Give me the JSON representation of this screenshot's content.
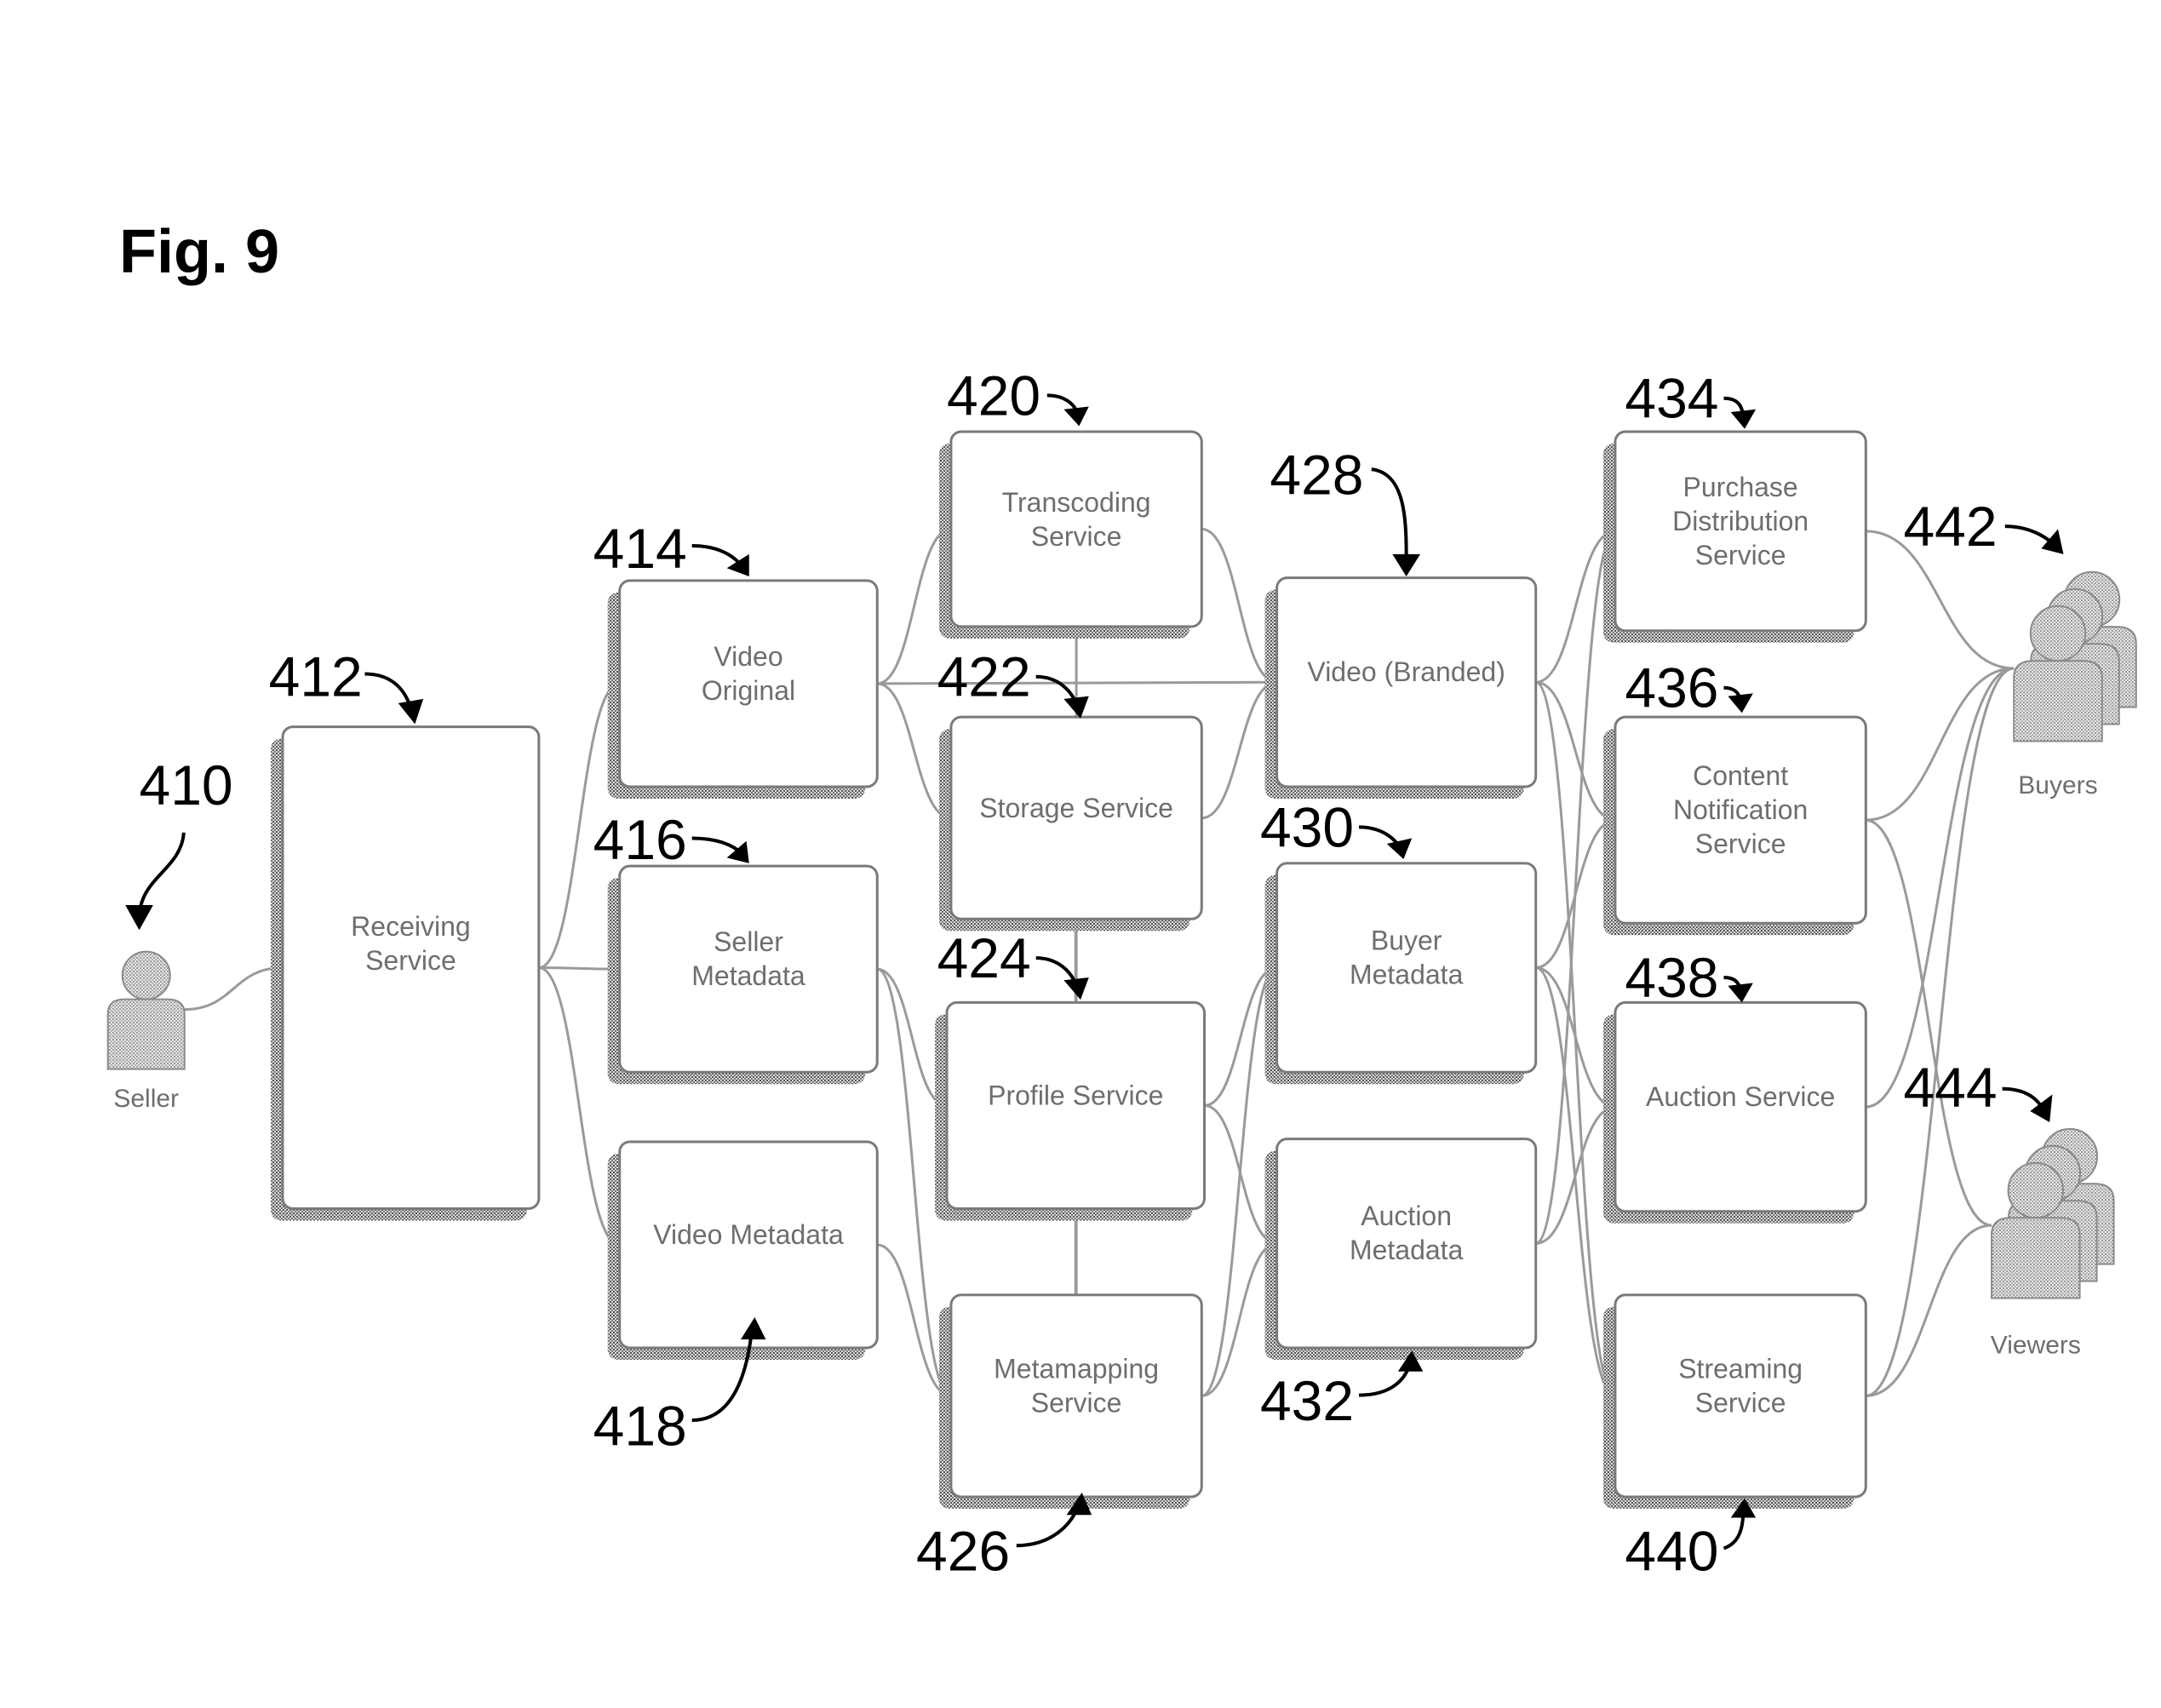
{
  "figure_title": "Fig. 9",
  "nodes": [
    {
      "id": "receiving",
      "ref": "412",
      "lines": [
        "Receiving",
        "Service"
      ]
    },
    {
      "id": "video-original",
      "ref": "414",
      "lines": [
        "Video",
        "Original"
      ]
    },
    {
      "id": "seller-metadata",
      "ref": "416",
      "lines": [
        "Seller",
        "Metadata"
      ]
    },
    {
      "id": "video-metadata",
      "ref": "418",
      "lines": [
        "Video Metadata"
      ]
    },
    {
      "id": "transcoding",
      "ref": "420",
      "lines": [
        "Transcoding",
        "Service"
      ]
    },
    {
      "id": "storage",
      "ref": "422",
      "lines": [
        "Storage Service"
      ]
    },
    {
      "id": "profile",
      "ref": "424",
      "lines": [
        "Profile Service"
      ]
    },
    {
      "id": "metamapping",
      "ref": "426",
      "lines": [
        "Metamapping",
        "Service"
      ]
    },
    {
      "id": "video-branded",
      "ref": "428",
      "lines": [
        "Video (Branded)"
      ]
    },
    {
      "id": "buyer-metadata",
      "ref": "430",
      "lines": [
        "Buyer",
        "Metadata"
      ]
    },
    {
      "id": "auction-metadata",
      "ref": "432",
      "lines": [
        "Auction",
        "Metadata"
      ]
    },
    {
      "id": "purchase-distribution",
      "ref": "434",
      "lines": [
        "Purchase",
        "Distribution",
        "Service"
      ]
    },
    {
      "id": "content-notification",
      "ref": "436",
      "lines": [
        "Content",
        "Notification",
        "Service"
      ]
    },
    {
      "id": "auction-service",
      "ref": "438",
      "lines": [
        "Auction Service"
      ]
    },
    {
      "id": "streaming",
      "ref": "440",
      "lines": [
        "Streaming",
        "Service"
      ]
    }
  ],
  "actors": [
    {
      "id": "seller",
      "ref": "410",
      "label": "Seller"
    },
    {
      "id": "buyers",
      "ref": "442",
      "label": "Buyers"
    },
    {
      "id": "viewers",
      "ref": "444",
      "label": "Viewers"
    }
  ],
  "connections": [
    [
      "seller",
      "receiving"
    ],
    [
      "receiving",
      "video-original"
    ],
    [
      "receiving",
      "seller-metadata"
    ],
    [
      "receiving",
      "video-metadata"
    ],
    [
      "video-original",
      "transcoding"
    ],
    [
      "video-original",
      "storage"
    ],
    [
      "video-original",
      "video-branded"
    ],
    [
      "seller-metadata",
      "profile"
    ],
    [
      "seller-metadata",
      "metamapping"
    ],
    [
      "video-metadata",
      "metamapping"
    ],
    [
      "transcoding",
      "video-branded"
    ],
    [
      "transcoding",
      "storage"
    ],
    [
      "storage",
      "profile"
    ],
    [
      "storage",
      "video-branded"
    ],
    [
      "storage",
      "metamapping"
    ],
    [
      "profile",
      "metamapping"
    ],
    [
      "profile",
      "buyer-metadata"
    ],
    [
      "profile",
      "auction-metadata"
    ],
    [
      "metamapping",
      "buyer-metadata"
    ],
    [
      "metamapping",
      "auction-metadata"
    ],
    [
      "video-branded",
      "streaming"
    ],
    [
      "video-branded",
      "content-notification"
    ],
    [
      "video-branded",
      "purchase-distribution"
    ],
    [
      "buyer-metadata",
      "content-notification"
    ],
    [
      "buyer-metadata",
      "auction-service"
    ],
    [
      "buyer-metadata",
      "streaming"
    ],
    [
      "auction-metadata",
      "auction-service"
    ],
    [
      "auction-metadata",
      "purchase-distribution"
    ],
    [
      "purchase-distribution",
      "buyers"
    ],
    [
      "content-notification",
      "buyers"
    ],
    [
      "auction-service",
      "buyers"
    ],
    [
      "content-notification",
      "viewers"
    ],
    [
      "streaming",
      "viewers"
    ],
    [
      "streaming",
      "buyers"
    ]
  ]
}
